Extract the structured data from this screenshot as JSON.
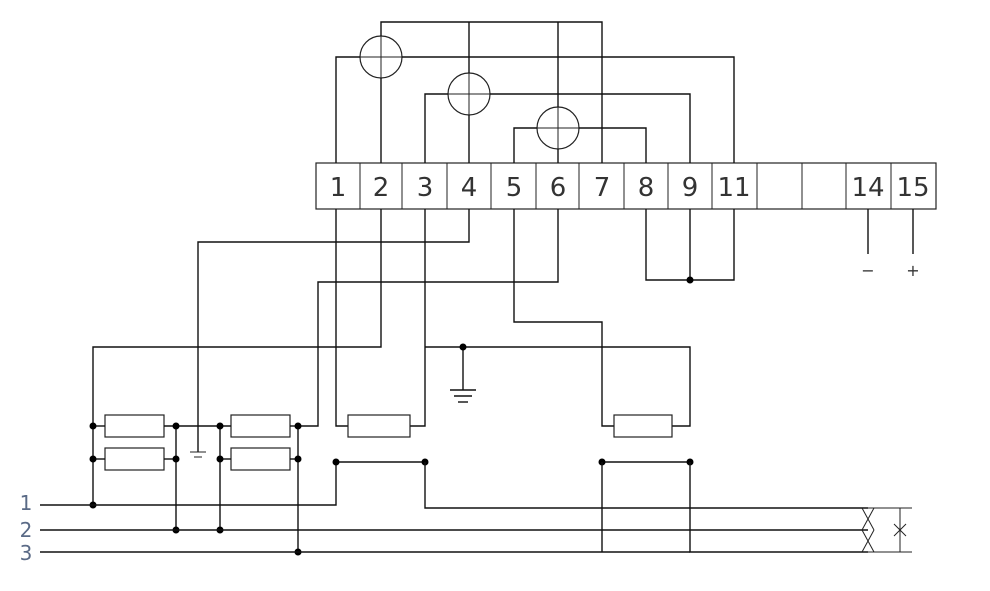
{
  "terminals": [
    {
      "id": "t1",
      "label": "1"
    },
    {
      "id": "t2",
      "label": "2"
    },
    {
      "id": "t3",
      "label": "3"
    },
    {
      "id": "t4",
      "label": "4"
    },
    {
      "id": "t5",
      "label": "5"
    },
    {
      "id": "t6",
      "label": "6"
    },
    {
      "id": "t7",
      "label": "7"
    },
    {
      "id": "t8",
      "label": "8"
    },
    {
      "id": "t9",
      "label": "9"
    },
    {
      "id": "t11",
      "label": "11"
    },
    {
      "id": "blank1",
      "label": ""
    },
    {
      "id": "blank2",
      "label": ""
    },
    {
      "id": "t14",
      "label": "14"
    },
    {
      "id": "t15",
      "label": "15"
    }
  ],
  "pulse_output": {
    "minus": "−",
    "plus": "+"
  },
  "phase_lines": [
    {
      "id": "L1",
      "label": "1"
    },
    {
      "id": "L2",
      "label": "2"
    },
    {
      "id": "L3",
      "label": "3"
    }
  ],
  "colors": {
    "line": "#111111",
    "label": "#333333",
    "phase_label": "#5a6a86"
  }
}
